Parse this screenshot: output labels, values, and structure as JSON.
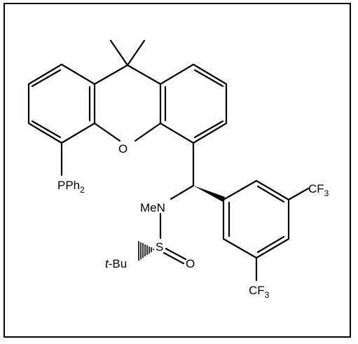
{
  "structure": {
    "atoms": {
      "o_label": "O",
      "phosphine_label": "PPh",
      "phosphine_sub": "2",
      "nme_label": "MeN",
      "s_label": "S",
      "so_o_label": "O",
      "tbu_prefix": "t",
      "tbu_rest": "-Bu",
      "cf3_top_label": "CF",
      "cf3_top_sub": "3",
      "cf3_bottom_label": "CF",
      "cf3_bottom_sub": "3"
    },
    "colors": {
      "ink": "#000000",
      "background": "#ffffff",
      "frame": "#000000"
    }
  }
}
